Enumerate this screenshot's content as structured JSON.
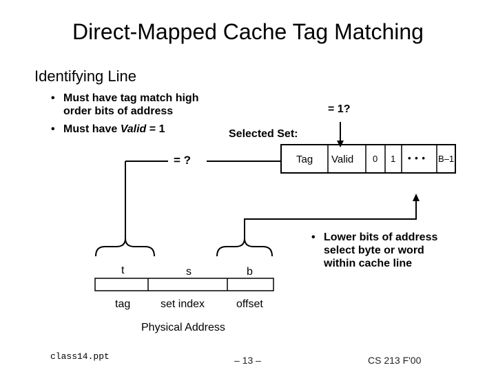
{
  "slide": {
    "title": "Direct-Mapped Cache Tag Matching",
    "heading": "Identifying Line",
    "bullets_left": [
      {
        "line1": "Must have tag match high",
        "line2": "order bits of address"
      },
      {
        "prefix": "Must have ",
        "italic": "Valid",
        "suffix": " = 1"
      }
    ],
    "eq1": "= 1?",
    "selected_set": "Selected Set:",
    "eq_q": "= ?",
    "cache_line": {
      "tag": "Tag",
      "valid": "Valid",
      "byte0": "0",
      "byte1": "1",
      "dots": "• • •",
      "last": "B–1"
    },
    "right_bullet": [
      "Lower bits of address",
      "select byte or word",
      "within cache line"
    ],
    "address": {
      "fields": [
        "t",
        "s",
        "b"
      ],
      "names": [
        "tag",
        "set index",
        "offset"
      ],
      "caption": "Physical Address"
    },
    "footer": {
      "left": "class14.ppt",
      "center": "– 13 –",
      "right": "CS 213 F'00"
    }
  }
}
